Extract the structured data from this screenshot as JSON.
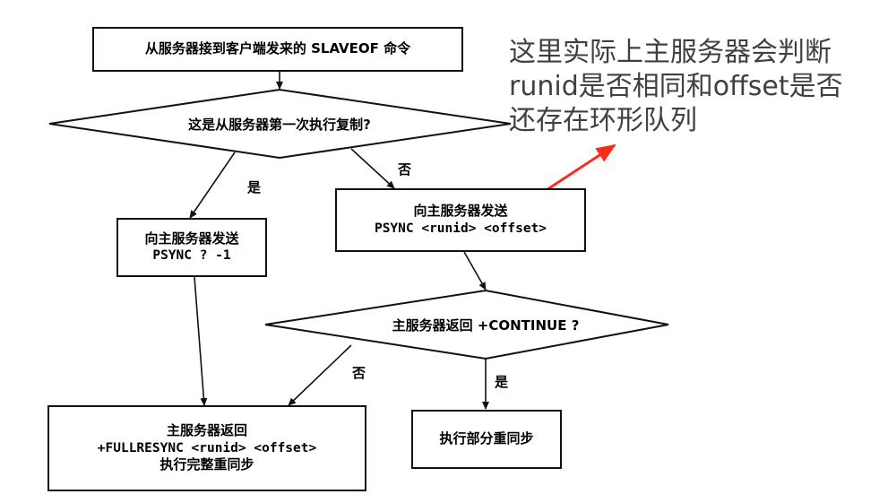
{
  "start": {
    "label": "从服务器接到客户端发来的 SLAVEOF 命令"
  },
  "decision1": {
    "label": "这是从服务器第一次执行复制?"
  },
  "psync_full": {
    "line1": "向主服务器发送",
    "line2": "PSYNC ? -1"
  },
  "psync_partial": {
    "line1": "向主服务器发送",
    "line2": "PSYNC <runid> <offset>"
  },
  "decision2": {
    "label": "主服务器返回 +CONTINUE ?"
  },
  "full_resync": {
    "line1": "主服务器返回",
    "line2": "+FULLRESYNC <runid> <offset>",
    "line3": "执行完整重同步"
  },
  "partial_resync": {
    "label": "执行部分重同步"
  },
  "edges": {
    "yes1": "是",
    "no1": "否",
    "no2": "否",
    "yes2": "是"
  },
  "annotation": {
    "line1": "这里实际上主服务器会判断",
    "line2": "runid是否相同和offset是否",
    "line3": "还存在环形队列",
    "arrow_color": "#ff2a1a"
  }
}
